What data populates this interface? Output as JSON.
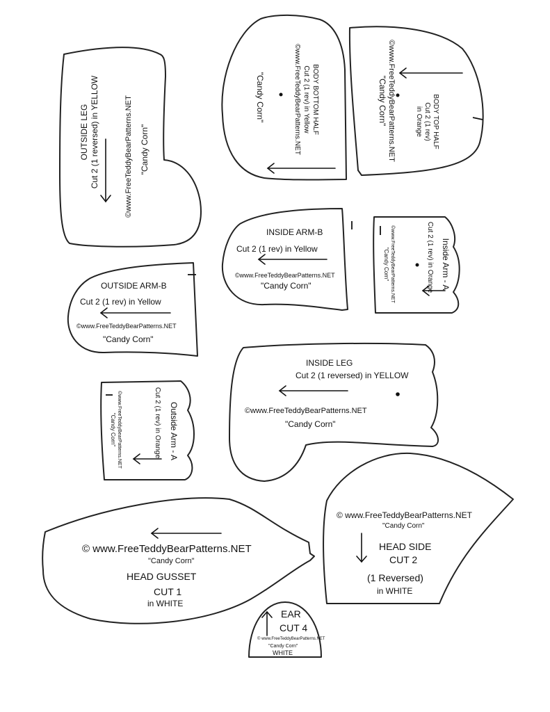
{
  "pieces": {
    "body_bottom_half": {
      "name": "BODY BOTTOM HALF",
      "cut": "Cut 2 (1 rev) in Yellow",
      "copyright": "©www.FreeTeddyBearPatterns.NET",
      "nickname": "\"Candy Corn\""
    },
    "body_top_half": {
      "copyright": "©www.FreeTeddyBearPatterns.NET",
      "nickname": "\"Candy Corn\"",
      "name": "BODY TOP HALF",
      "cut": "Cut 2 (1 rev)",
      "color": "in Orange"
    },
    "outside_leg": {
      "name": "OUTSIDE LEG",
      "cut": "Cut 2 (1 reversed)  in YELLOW",
      "copyright": "©www.FreeTeddyBearPatterns.NET",
      "nickname": "\"Candy Corn\""
    },
    "inside_arm_b": {
      "name": "INSIDE ARM-B",
      "cut": "Cut 2 (1 rev) in Yellow",
      "copyright": "©www.FreeTeddyBearPatterns.NET",
      "nickname": "\"Candy Corn\""
    },
    "inside_arm_a": {
      "copyright": "©www.FreeTeddyBearPatterns.NET",
      "nickname": "\"Candy Corn\"",
      "cut": "Cut 2 (1 rev) in Orange",
      "name": "Inside Arm - A"
    },
    "outside_arm_b": {
      "name": "OUTSIDE ARM-B",
      "cut": "Cut 2 (1 rev) in Yellow",
      "copyright": "©www.FreeTeddyBearPatterns.NET",
      "nickname": "\"Candy Corn\""
    },
    "inside_leg": {
      "name": "INSIDE LEG",
      "cut": "Cut 2 (1 reversed)  in YELLOW",
      "copyright": "©www.FreeTeddyBearPatterns.NET",
      "nickname": "\"Candy Corn\""
    },
    "outside_arm_a": {
      "copyright": "©www.FreeTeddyBearPatterns.NET",
      "nickname": "\"Candy Corn\"",
      "cut": "Cut 2 (1 rev) in Orange",
      "name": "Outside Arm - A"
    },
    "head_side": {
      "copyright": "© www.FreeTeddyBearPatterns.NET",
      "nickname": "\"Candy Corn\"",
      "name": "HEAD SIDE",
      "cut": "CUT 2",
      "reversed": "(1 Reversed)",
      "color": "in WHITE"
    },
    "head_gusset": {
      "copyright": "© www.FreeTeddyBearPatterns.NET",
      "nickname": "\"Candy Corn\"",
      "name": "HEAD GUSSET",
      "cut": "CUT 1",
      "color": "in WHITE"
    },
    "ear": {
      "name": "EAR",
      "cut": "CUT 4",
      "copyright": "© www.FreeTeddyBearPatterns.NET",
      "nickname": "\"Candy Corn\"",
      "color": "WHITE"
    }
  }
}
